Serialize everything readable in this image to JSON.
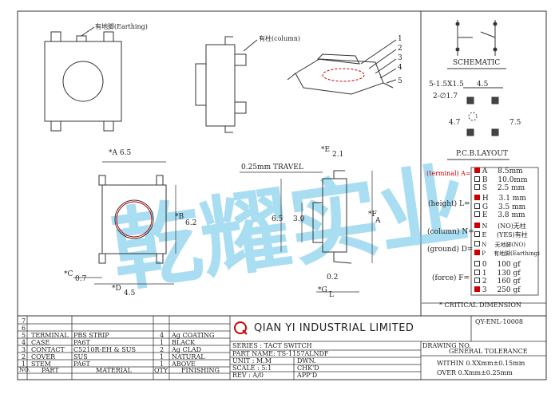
{
  "labels": {
    "earthing": "有地脚(Earthing)",
    "column": "有柱(column)",
    "schematic": "SCHEMATIC",
    "pcb_layout": "P.C.B.LAYOUT",
    "travel": "0.25mm TRAVEL",
    "critical": "* CRITICAL  DIMENSION",
    "watermark": "乾耀实业"
  },
  "dims": {
    "a": "*A 6.5",
    "b": "*B",
    "b_val": "6.2",
    "c": "*C",
    "c_val": "0.7",
    "d": "*D",
    "d_val": "4.5",
    "e": "*E",
    "e_val": "2.1",
    "f": "*F",
    "f_val": "A",
    "g": "*G",
    "g_val": "L",
    "h1": "6.5",
    "h2": "3.0",
    "w": "0.2",
    "pcb_top": "5-1.5X1.5",
    "pcb_top2": "4.5",
    "pcb_hole": "2-∅1.7",
    "pcb_v1": "4.7",
    "pcb_v2": "7.5"
  },
  "parts": [
    "1",
    "2",
    "3",
    "4",
    "5"
  ],
  "options": {
    "terminal_label": "(terminal) A=",
    "height_label": "(height)  L=",
    "column_label": "(column) N=",
    "ground_label": "(ground) D=",
    "force_label": "(force) F=",
    "terminal": [
      {
        "code": "A",
        "value": "8.5mm",
        "sel": true
      },
      {
        "code": "B",
        "value": "10.0mm",
        "sel": false
      },
      {
        "code": "S",
        "value": "2.5 mm",
        "sel": false
      }
    ],
    "height": [
      {
        "code": "H",
        "value": "3.1 mm",
        "sel": true
      },
      {
        "code": "G",
        "value": "3.5 mm",
        "sel": false
      },
      {
        "code": "E",
        "value": "3.8 mm",
        "sel": false
      }
    ],
    "column": [
      {
        "code": "N",
        "value": "(NO)无柱",
        "sel": true
      },
      {
        "code": "E",
        "value": "(YES)有柱",
        "sel": false
      }
    ],
    "ground": [
      {
        "code": "N",
        "value": "无地脚(NO)",
        "sel": false
      },
      {
        "code": "P",
        "value": "有地脚(Earthing)",
        "sel": true
      }
    ],
    "force": [
      {
        "code": "0",
        "value": "100 gf",
        "sel": false
      },
      {
        "code": "1",
        "value": "130 gf",
        "sel": false
      },
      {
        "code": "2",
        "value": "160 gf",
        "sel": false
      },
      {
        "code": "3",
        "value": "250 gf",
        "sel": true
      }
    ]
  },
  "bom": {
    "rows": [
      {
        "no": "7",
        "part": "",
        "material": "",
        "qty": "",
        "finish": ""
      },
      {
        "no": "6",
        "part": "",
        "material": "",
        "qty": "",
        "finish": ""
      },
      {
        "no": "5",
        "part": "TERMINAL",
        "material": "PBS STRIP",
        "qty": "4",
        "finish": "Ag COATING"
      },
      {
        "no": "4",
        "part": "CASE",
        "material": "PA6T",
        "qty": "1",
        "finish": "BLACK"
      },
      {
        "no": "3",
        "part": "CONTACT",
        "material": "C5210R-EH & SUS",
        "qty": "2",
        "finish": "Ag CLAD"
      },
      {
        "no": "2",
        "part": "COVER",
        "material": "SUS",
        "qty": "1",
        "finish": "NATURAL"
      },
      {
        "no": "1",
        "part": "STEM",
        "material": "PA6T",
        "qty": "1",
        "finish": "ABOVE"
      }
    ],
    "headers": {
      "no": "NO.",
      "part": "PART",
      "material": "MATERIAL",
      "qty": "QTY",
      "finish": "FINISHING"
    }
  },
  "titleblock": {
    "company": "QIAN YI INDUSTRIAL LIMITED",
    "drawing_no_label": "DRAWING NO.",
    "drawing_no": "QY-ENL-10008",
    "series": "SERIES : TACT SWITCH",
    "part_name": "PART NAME: TS-1157ALNDF",
    "unit": "UNIT : M.M",
    "scale": "SCALE : 5:1",
    "rev": "REV : A/0",
    "dwn": "DWN.",
    "chkd": "CHK'D",
    "appd": "APP'D",
    "tolerance": "GENERAL TOLERANCE",
    "tol1": "WITHIN 0.XXmm±0.15mm",
    "tol2": "OVER   0.Xmm±0.25mm"
  }
}
